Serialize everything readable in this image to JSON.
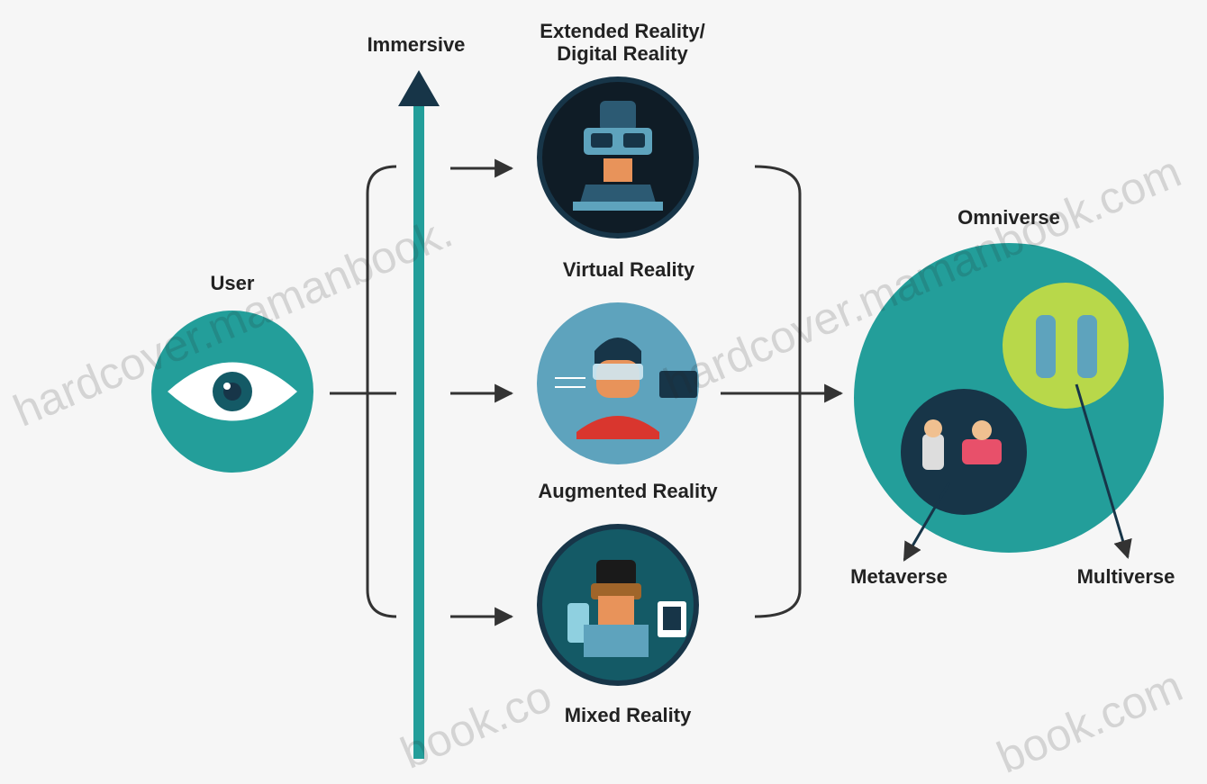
{
  "labels": {
    "immersive": "Immersive",
    "extended_reality_line1": "Extended Reality/",
    "extended_reality_line2": "Digital Reality",
    "user": "User",
    "virtual_reality": "Virtual Reality",
    "augmented_reality": "Augmented Reality",
    "mixed_reality": "Mixed Reality",
    "omniverse": "Omniverse",
    "metaverse": "Metaverse",
    "multiverse": "Multiverse"
  },
  "watermark": {
    "text_a": "hardcover.mamanbook.",
    "text_b": "hardcover.mamanbook.com",
    "text_c": "book.co",
    "text_d": "book.com"
  },
  "colors": {
    "background": "#f6f6f6",
    "teal": "#239e9a",
    "dark_teal": "#145a66",
    "navy": "#173548",
    "light_blue": "#5ea3bd",
    "lime": "#b8d84a",
    "arrow": "#333333",
    "text": "#222222"
  }
}
